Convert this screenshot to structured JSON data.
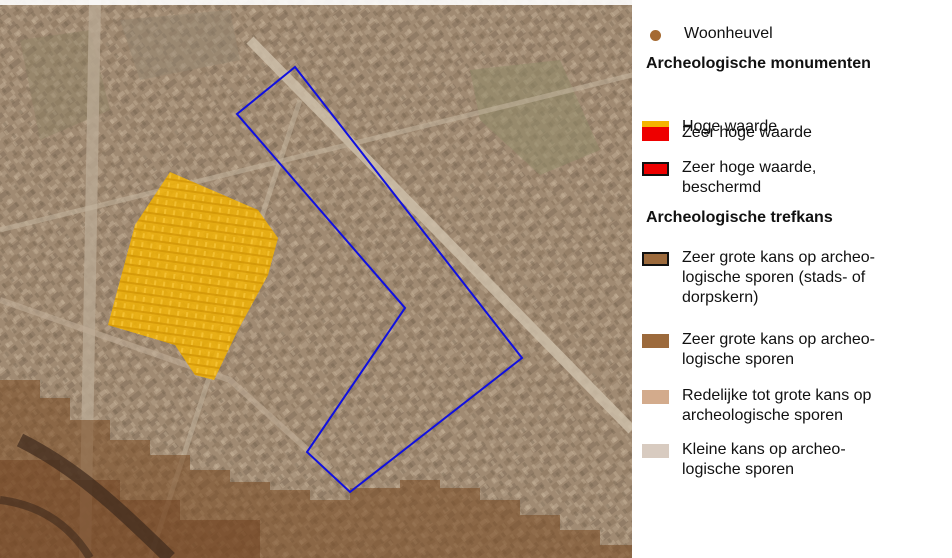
{
  "map": {
    "attribution": "",
    "colors": {
      "aerial_base": "#a08a72",
      "high_value": "#f5b400",
      "high_chance": "#7a4a22",
      "study_area_outline": "#1010e0"
    }
  },
  "legend": {
    "settlement_mound": {
      "label": "Woonheuvel",
      "color": "#a56a32"
    },
    "monuments_heading": "Archeologische monumenten",
    "monuments": [
      {
        "label": "Hoge waarde",
        "color": "#f5b400",
        "bordered": false
      },
      {
        "label": "Zeer hoge waarde",
        "color": "#ee0000",
        "bordered": false
      },
      {
        "label": "Zeer hoge waarde,\nbeschermd",
        "color": "#ee0000",
        "bordered": true
      }
    ],
    "chance_heading": "Archeologische trefkans",
    "chances": [
      {
        "label": "Zeer grote kans op archeo-\nlogische sporen (stads- of\ndorpskern)",
        "color": "#9c6a3c",
        "bordered": true
      },
      {
        "label": "Zeer grote kans op archeo-\nlogische sporen",
        "color": "#9c6a3c",
        "bordered": false
      },
      {
        "label": "Redelijke tot grote kans op\narcheologische sporen",
        "color": "#d3ab8c",
        "bordered": false
      },
      {
        "label": "Kleine kans op archeo-\nlogische sporen",
        "color": "#d8cbc0",
        "bordered": false
      }
    ]
  }
}
